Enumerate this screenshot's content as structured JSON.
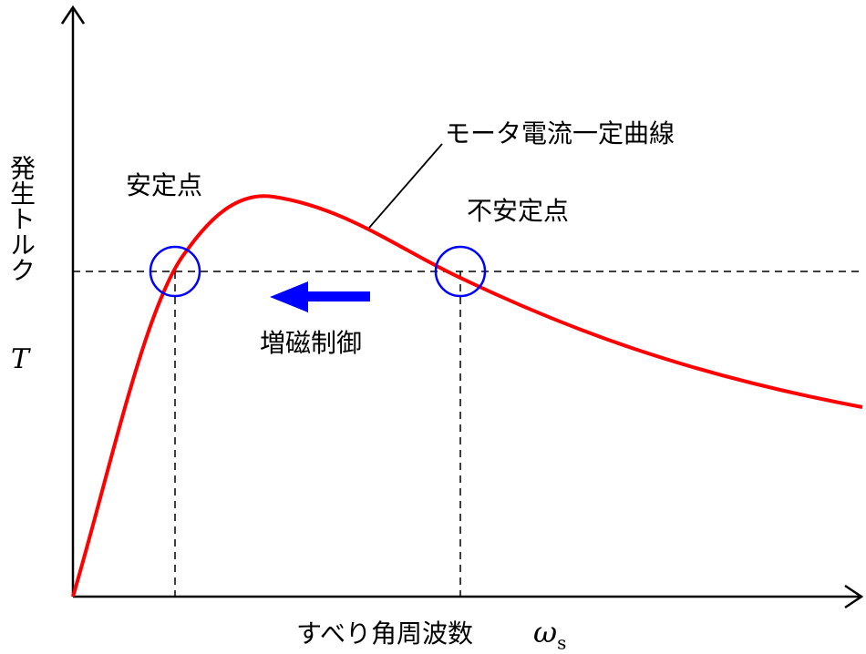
{
  "labels": {
    "y_axis": "発生トルク",
    "y_symbol": "T",
    "x_axis": "すべり角周波数",
    "x_symbol": "ω",
    "x_symbol_sub": "s",
    "curve": "モータ電流一定曲線",
    "stable_point": "安定点",
    "unstable_point": "不安定点",
    "control_arrow": "増磁制御"
  },
  "colors": {
    "curve": "#ff0000",
    "markers": "#0000ff",
    "arrow": "#0000ff",
    "axes": "#000000"
  }
}
